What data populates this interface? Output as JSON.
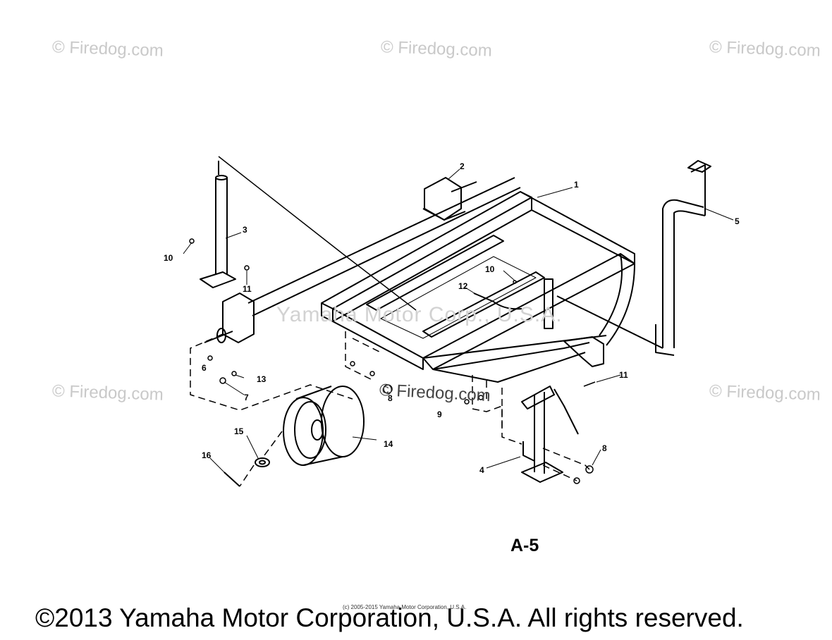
{
  "watermarks": {
    "top_left": "© Firedog.com",
    "top_center": "© Firedog.com",
    "top_right": "© Firedog.com",
    "mid_left": "© Firedog.com",
    "mid_right": "© Firedog.com",
    "center": "© Firedog.com",
    "overlay": "Yamaha Motor Corp., U.S.A."
  },
  "diagram": {
    "code": "A-5",
    "part_labels": {
      "p1": "1",
      "p2": "2",
      "p3": "3",
      "p4": "4",
      "p5": "5",
      "p6": "6",
      "p7": "7",
      "p8a": "8",
      "p8b": "8",
      "p9": "9",
      "p10a": "10",
      "p10b": "10",
      "p11a": "11",
      "p11b": "11",
      "p12": "12",
      "p13": "13",
      "p14": "14",
      "p15": "15",
      "p16": "16"
    }
  },
  "footer": {
    "small_copyright": "(c) 2005-2015 Yamaha Motor Corporation, U.S.A.",
    "copyright": "©2013 Yamaha Motor Corporation, U.S.A. All rights reserved."
  }
}
